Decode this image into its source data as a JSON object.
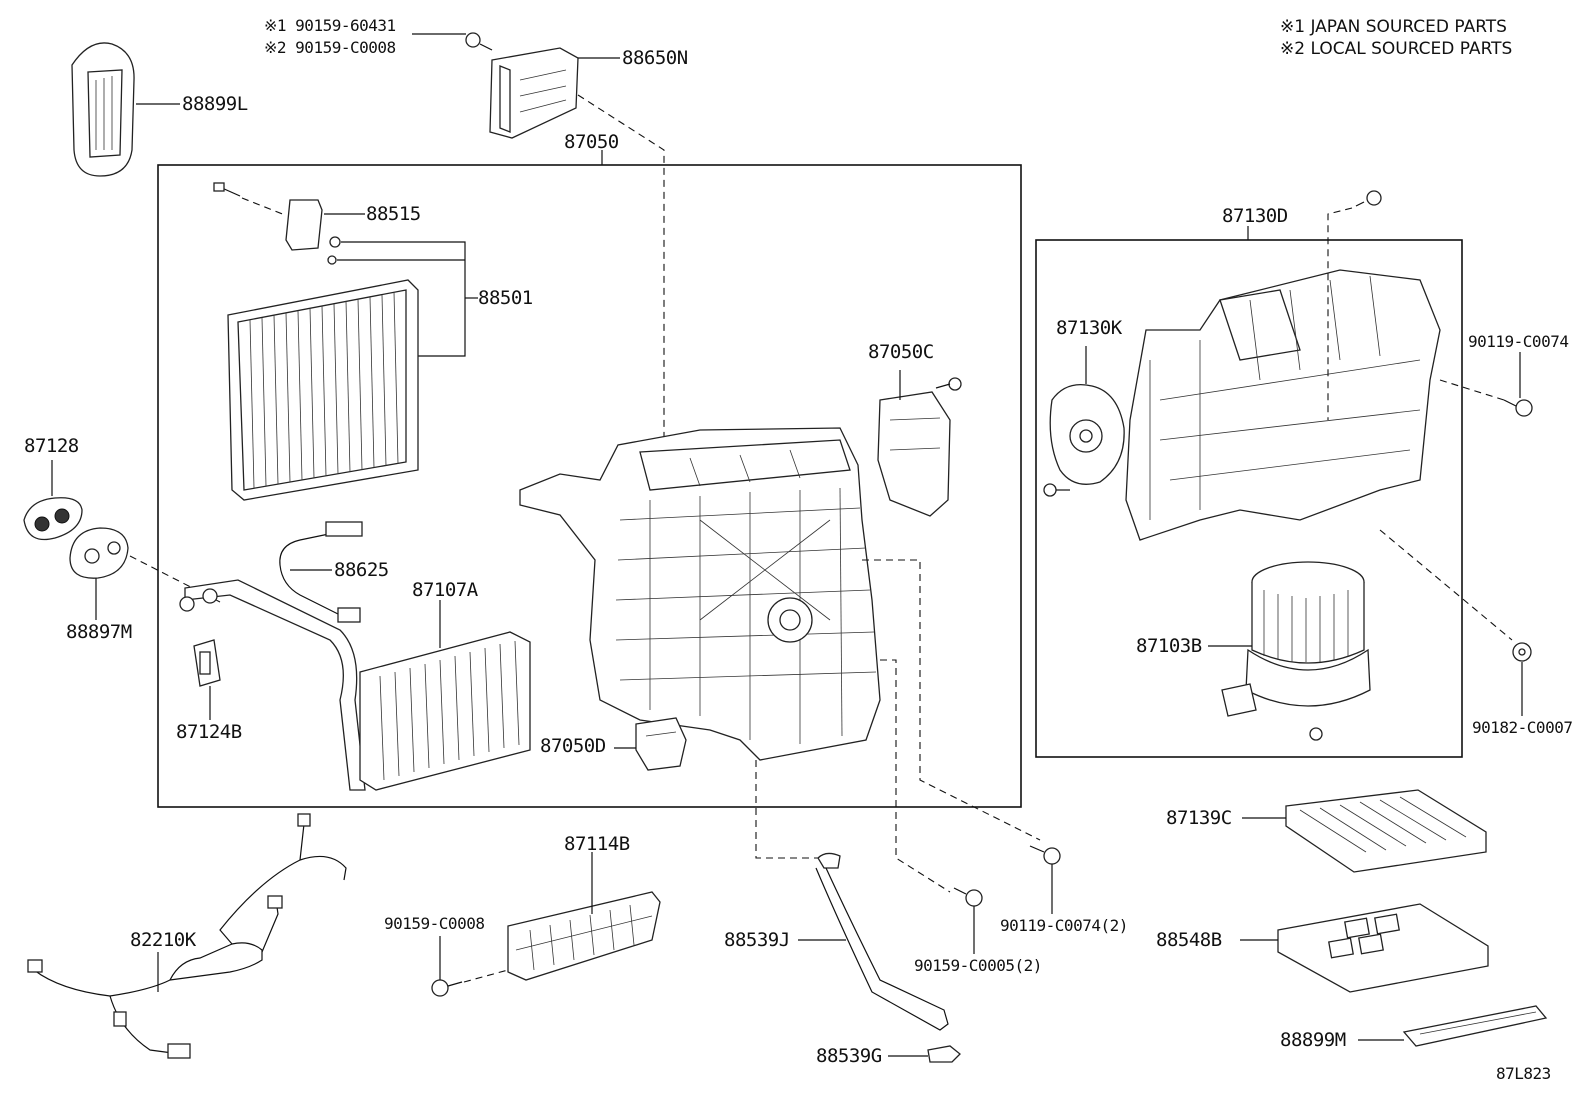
{
  "notes": {
    "line1": "※1 JAPAN SOURCED PARTS",
    "line2": "※2 LOCAL SOURCED PARTS"
  },
  "screw_refs": {
    "ref1": "※1 90159-60431",
    "ref2": "※2 90159-C0008"
  },
  "diagram_code": "87L823",
  "parts": {
    "p88899L": "88899L",
    "p88650N": "88650N",
    "p87050": "87050",
    "p88515": "88515",
    "p88501": "88501",
    "p87128": "87128",
    "p88625": "88625",
    "p87107A": "87107A",
    "p88897M": "88897M",
    "p87124B": "87124B",
    "p87050C": "87050C",
    "p87050D": "87050D",
    "p87130D": "87130D",
    "p87130K": "87130K",
    "p90119_C0074": "90119-C0074",
    "p87103B": "87103B",
    "p90182_C0007": "90182-C0007",
    "p87139C": "87139C",
    "p88548B": "88548B",
    "p88899M": "88899M",
    "p87114B": "87114B",
    "p90159_C0008": "90159-C0008",
    "p82210K": "82210K",
    "p88539J": "88539J",
    "p88539G": "88539G",
    "p90159_C0005_2": "90159-C0005(2)",
    "p90119_C0074_2": "90119-C0074(2)"
  }
}
